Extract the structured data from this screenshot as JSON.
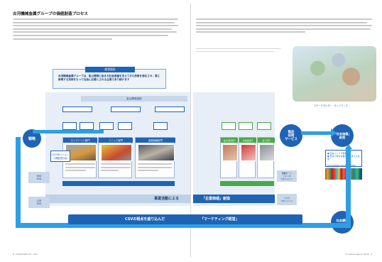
{
  "left": {
    "title": "古河機械金属グループの価値創造プロセス",
    "sustainability_label": "経営理念",
    "philosophy_text": "古河機械金属グループは、鉱山開発に始まる社会基盤を支えてきた技術を進化させ、常に新規する技術をもって社会に必要とされる企業であり続けます",
    "sidebar_tags": [
      "2025年ビジョン\n中期経営計画",
      "ROE\nESG",
      "CSR\nESG"
    ],
    "circle_left": "戦略",
    "left_boxes": [
      "ロックドリル部門",
      "ユニック部門",
      "金属製錬部門"
    ],
    "section_strip": "事業活動による",
    "footer_page": "8",
    "footer_brand": "FURUKAWA CO., LTD.",
    "panel_label": "鉱山開発技術"
  },
  "right": {
    "caption_title": "ステークホルダー・ネットワーク",
    "circle_center": "製品\n技術\nサービス",
    "circle_right_top": "「社会価値」\n創造",
    "circle_right_bottom": "社会課題\nニーズ",
    "right_boxes": [
      "電子材料部門",
      "化成品部門",
      "電子部門"
    ],
    "section_strip": "「企業価値」創造",
    "tags_left": [
      "事業ポート\nフォリオ\nマネジメント",
      "リスク\nマネジメント"
    ],
    "sdg_label": "SUSTAINABLE DEVELOPMENT GOALS",
    "sdg_bullets": [
      "● 社会インフラ整備",
      "● 安全で豊かな暮らしを支える社会"
    ],
    "footer_page": "9",
    "footer_brand": "Furukawa Report 2019"
  },
  "bottom_banner": {
    "left_text": "CSVの視点を盛り込んだ",
    "right_text": "「マーケティング経営」"
  },
  "colors": {
    "primary_blue": "#1f63b5",
    "light_blue": "#2e9fe3",
    "panel_tint": "#dde8f3",
    "green": "#4aa84a"
  }
}
